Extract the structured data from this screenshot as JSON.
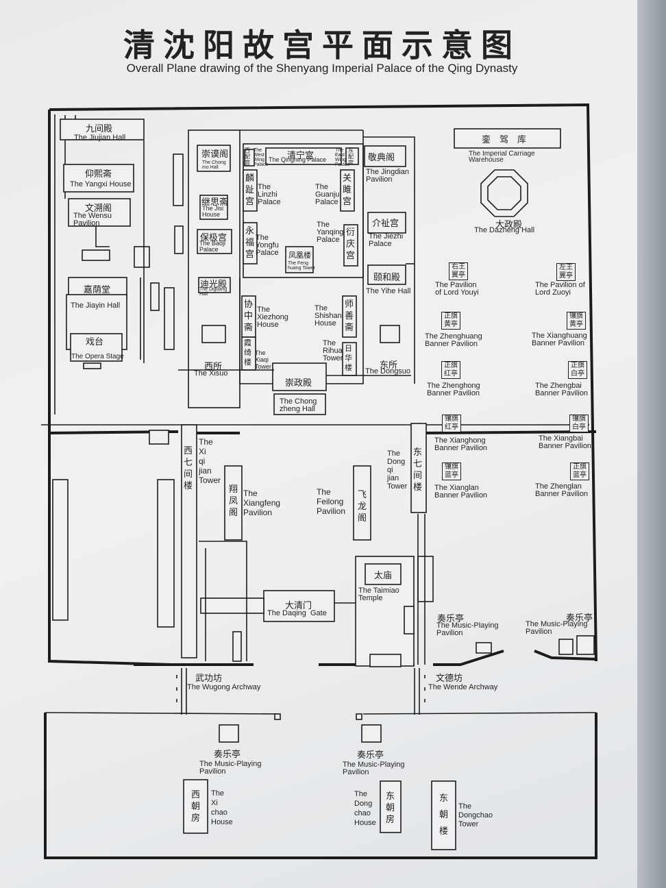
{
  "title": {
    "cn": "清沈阳故宫平面示意图",
    "en": "Overall Plane drawing of the Shenyang Imperial Palace of the Qing Dynasty"
  },
  "labels": {
    "jiujian_cn": "九间殿",
    "jiujian_en": "The Jiujian Hall",
    "yangxi_cn": "仰熙斋",
    "yangxi_en": "The Yangxi House",
    "wensu_cn": "文溯阁",
    "wensu_en": "The Wensu\nPavilion",
    "jiayin_cn": "嘉荫堂",
    "jiayin_en": "The Jiayin Hall",
    "opera_cn": "戏台",
    "opera_en": "The Opera Stage",
    "chongmo_cn": "崇谟阁",
    "chongmo_en": "The Chong\nmo Hall",
    "jisi_cn": "继思斋",
    "jisi_en": "The Jisi\nHouse",
    "baoji_cn": "保极宫",
    "baoji_en": "The Baoji\nPalace",
    "diguang_cn": "迪光殿",
    "diguang_en": "The Diguang\nHall",
    "xisuo_cn": "西所",
    "xisuo_en": "The Xisuo",
    "west_wing_cn": "西\n配\n宫",
    "west_wing_en": "The\nWest\nWing\nPalace",
    "qingning_cn": "清宁宫",
    "qingning_en": "The Qingning Palace",
    "east_wing_cn": "东\n配\n宫",
    "east_wing_en": "The\nEast\nWing\nPalace",
    "linzhi_cn": "麟\n趾\n宫",
    "linzhi_en": "The\nLinzhi\nPalace",
    "guanju_cn": "关\n雎\n宫",
    "guanju_en": "The\nGuanju\nPalace",
    "yongfu_cn": "永\n福\n宫",
    "yongfu_en": "The\nYongfu\nPalace",
    "yanqing_cn": "衍\n庆\n宫",
    "yanqing_en": "The\nYanqing\nPalace",
    "fenghuang_cn": "凤凰楼",
    "fenghuang_en": "The Feng\nhuang Tower",
    "xiezhong_cn": "协\n中\n斋",
    "xiezhong_en": "The\nXiezhong\nHouse",
    "shishan_cn": "师\n善\n斋",
    "shishan_en": "The\nShishan\nHouse",
    "xiaqi_cn": "霞\n绮\n楼",
    "xiaqi_en": "The\nXiaqi\nTower",
    "rihua_cn": "日\n华\n楼",
    "rihua_en": "The\nRihua\nTower",
    "chongzheng_cn": "崇政殿",
    "chongzheng_en": "The Chong\nzheng Hall",
    "jingdian_cn": "敬典阁",
    "jingdian_en": "The Jingdian\nPavilion",
    "jiezhi_cn": "介祉宫",
    "jiezhi_en": "The Jiezhi\nPalace",
    "yihe_cn": "颐和殿",
    "yihe_en": "The Yihe Hall",
    "dongsuo_cn": "东所",
    "dongsuo_en": "The Dongsuo",
    "carriage_cn": "銮　驾　库",
    "carriage_en": "The Imperial Carriage\nWarehouse",
    "dazheng_cn": "大政殿",
    "dazheng_en": "The Dazheng Hall",
    "youyi_cn": "右王\n翼亭",
    "youyi_en": "The Pavilion\nof Lord Youyi",
    "zuoyi_cn": "左王\n翼亭",
    "zuoyi_en": "The Pavilion of\nLord Zuoyi",
    "zhenghuang_cn": "正旗\n黄亭",
    "zhenghuang_en": "The Zhenghuang\nBanner Pavilion",
    "xianghuang_cn": "镶旗\n黄亭",
    "xianghuang_en": "The Xianghuang\nBanner Pavilion",
    "zhenghong_cn": "正旗\n红亭",
    "zhenghong_en": "The Zhenghong\nBanner Pavilion",
    "zhengbai_cn": "正旗\n白亭",
    "zhengbai_en": "The Zhengbai\nBanner Pavilion",
    "xianghong_cn": "镶旗\n红亭",
    "xianghong_en": "The Xianghong\nBanner Pavilion",
    "xiangbai_cn": "镶旗\n白亭",
    "xiangbai_en": "The Xiangbai\nBanner Pavilion",
    "xianglan_cn": "镶旗\n蓝亭",
    "xianglan_en": "The Xianglan\nBanner Pavilion",
    "zhenglan_cn": "正旗\n蓝亭",
    "zhenglan_en": "The Zhenglan\nBanner Pavilion",
    "xiqi_cn": "西\n七\n间\n楼",
    "xiqi_en": "The\nXi\nqi\njian\nTower",
    "dongqi_cn": "东\n七\n间\n楼",
    "dongqi_en": "The\nDong\nqi\njian\nTower",
    "xiangfeng_cn": "翔\n凤\n阁",
    "xiangfeng_en": "The\nXiangfeng\nPavilion",
    "feilong_cn": "飞\n龙\n阁",
    "feilong_en": "The\nFeilong\nPavilion",
    "taimiao_cn": "太庙",
    "taimiao_en": "The Taimiao\nTemple",
    "daqing_cn": "大清门",
    "daqing_en": "The Daqing  Gate",
    "music1_cn": "奏乐亭",
    "music1_en": "The Music-Playing\nPavilion",
    "music2_cn": "奏乐亭",
    "music2_en": "The Music-Playing\nPavilion",
    "wugong_cn": "武功坊",
    "wugong_en": "The Wugong Archway",
    "wende_cn": "文德坊",
    "wende_en": "The Wende Archway",
    "music3_cn": "奏乐亭",
    "music3_en": "The Music-Playing\nPavilion",
    "music4_cn": "奏乐亭",
    "music4_en": "The Music-Playing\nPavilion",
    "xichao_cn": "西\n朝\n房",
    "xichao_en": "The\nXi\nchao\nHouse",
    "dongchao_cn": "东\n朝\n房",
    "dongchao_en": "The\nDong\nchao\nHouse",
    "dongchaolou_cn": "东\n朝\n楼",
    "dongchaolou_en": "The\nDongchao\nTower"
  }
}
